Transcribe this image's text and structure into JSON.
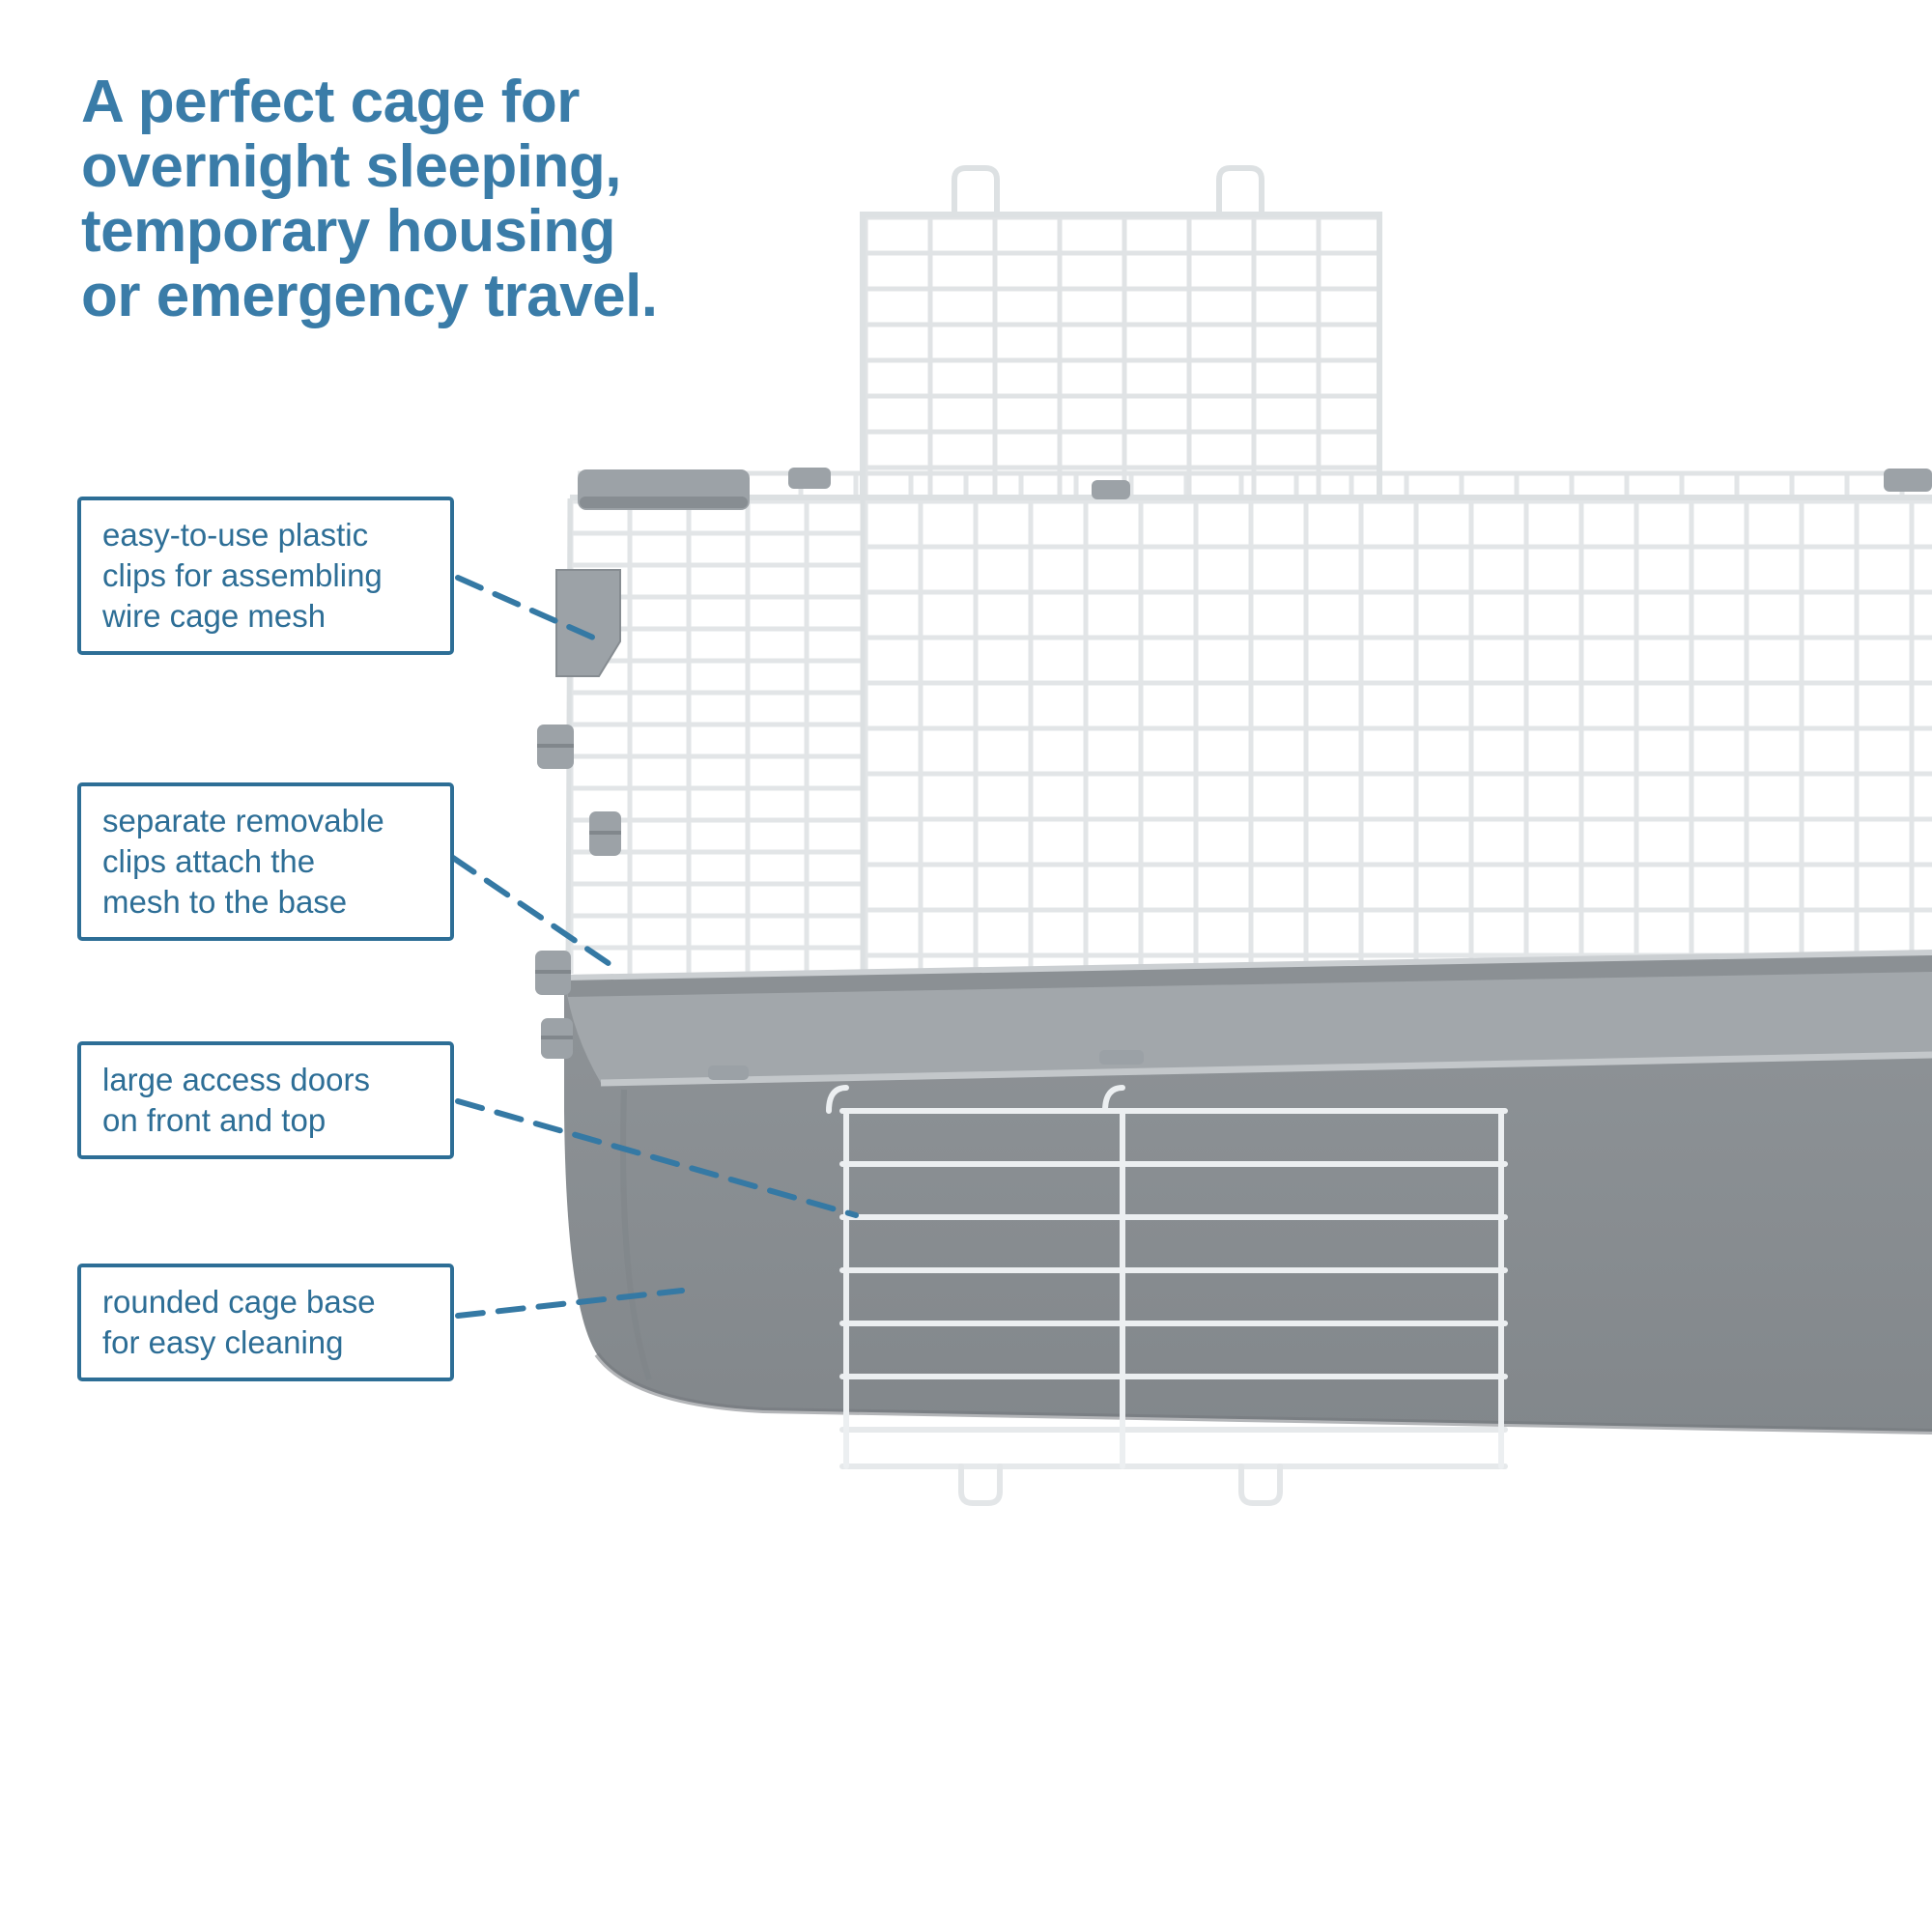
{
  "heading": {
    "lines": [
      "A perfect cage for",
      "overnight sleeping,",
      "temporary housing",
      "or emergency travel."
    ]
  },
  "callouts": [
    {
      "id": "plastic-clips",
      "lines": [
        "easy-to-use plastic",
        "clips for assembling",
        "wire cage mesh"
      ]
    },
    {
      "id": "removable-clips",
      "lines": [
        "separate removable",
        "clips attach the",
        "mesh to the base"
      ]
    },
    {
      "id": "access-doors",
      "lines": [
        "large access doors",
        "on front and top"
      ]
    },
    {
      "id": "rounded-base",
      "lines": [
        "rounded cage base",
        "for easy cleaning"
      ]
    }
  ],
  "colors": {
    "accent_blue": "#3579A4",
    "heading_blue": "#3A7CA8",
    "callout_border": "#2D6E96",
    "base_gray": "#8C9195",
    "wire_gray": "#E2E5E7",
    "clip_gray": "#9CA2A7"
  }
}
